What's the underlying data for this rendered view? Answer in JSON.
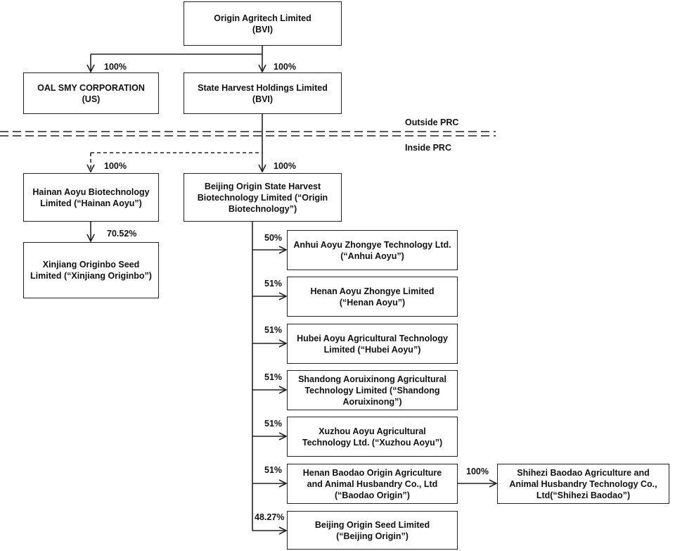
{
  "boxes": {
    "origin_agritech": [
      "Origin Agritech Limited",
      "(BVI)"
    ],
    "oal_smy": [
      "OAL SMY CORPORATION",
      "(US)"
    ],
    "state_harvest": [
      "State Harvest Holdings Limited",
      "(BVI)"
    ],
    "hainan_aoyu": [
      "Hainan Aoyu Biotechnology",
      "Limited (“Hainan Aoyu”)"
    ],
    "beijing_origin_sh": [
      "Beijing Origin State Harvest",
      "Biotechnology Limited (“Origin",
      "Biotechnology”)"
    ],
    "xinjiang": [
      "Xinjiang Originbo Seed",
      "Limited (“Xinjiang Originbo”)"
    ],
    "anhui": [
      "Anhui Aoyu Zhongye Technology Ltd.",
      "(“Anhui Aoyu”)"
    ],
    "henan": [
      "Henan Aoyu Zhongye Limited",
      "(“Henan Aoyu”)"
    ],
    "hubei": [
      "Hubei Aoyu Agricultural Technology",
      "Limited (“Hubei Aoyu”)"
    ],
    "shandong": [
      "Shandong Aoruixinong Agricultural",
      "Technology Limited (“Shandong",
      "Aoruixinong”)"
    ],
    "xuzhou": [
      "Xuzhou Aoyu Agricultural",
      "Technology Ltd. (“Xuzhou Aoyu”)"
    ],
    "baodao": [
      "Henan Baodao Origin Agriculture",
      "and Animal Husbandry Co., Ltd",
      "(“Baodao Origin”)"
    ],
    "shihezi": [
      "Shihezi Baodao Agriculture and",
      "Animal Husbandry Technology Co.,",
      "Ltd(“Shihezi Baodao”)"
    ],
    "beijing_seed": [
      "Beijing Origin Seed Limited",
      "(“Beijing Origin”)"
    ]
  },
  "ownership": {
    "oal_smy": "100%",
    "state_harvest": "100%",
    "hainan_aoyu": "100%",
    "beijing_origin_sh": "100%",
    "xinjiang": "70.52%",
    "anhui": "50%",
    "henan": "51%",
    "hubei": "51%",
    "shandong": "51%",
    "xuzhou": "51%",
    "baodao": "51%",
    "shihezi": "100%",
    "beijing_seed": "48.27%"
  },
  "divider": {
    "outside": "Outside PRC",
    "inside": "Inside PRC"
  },
  "colors": {
    "line": "#222222",
    "text": "#111111",
    "box_fill": "#ffffff"
  }
}
